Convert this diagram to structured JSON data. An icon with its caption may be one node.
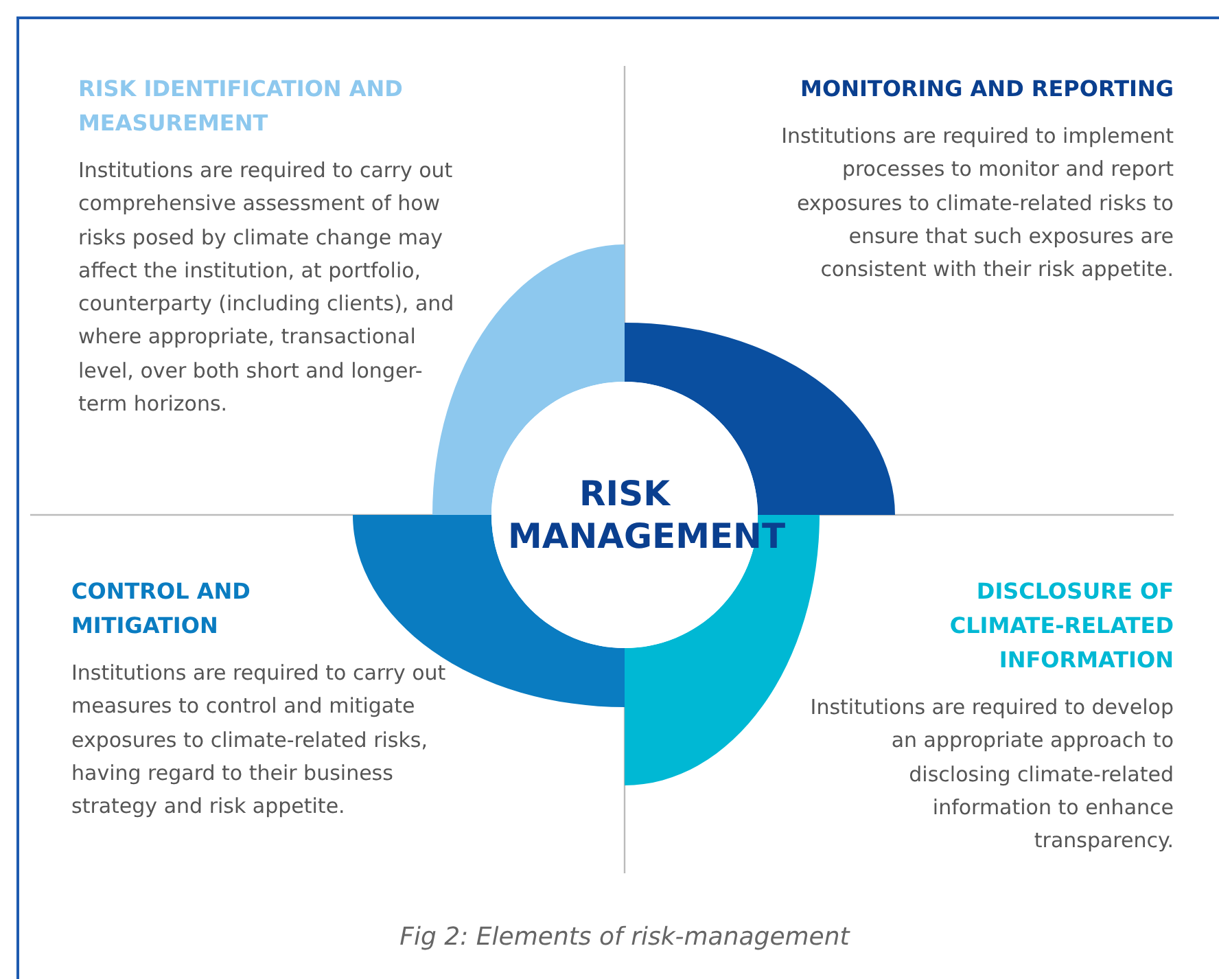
{
  "diagram": {
    "caption": "Fig 2: Elements of risk-management",
    "nodes": [
      {
        "text": [
          "RISK IDENTIFICATION AND MEASUREMENT",
          "Institutions are required to carry out comprehensive assessment of how risks posed by climate change may affect the institution, at portfolio, counterparty (including clients), and where appropriate, transactional level, over both short and longer-term horizons."
        ]
      },
      {
        "text": [
          "MONITORING AND REPORTING",
          "Institutions are required to implement processes to monitor and report exposures to climate-related risks to ensure that such exposures are consistent with their risk appetite."
        ]
      },
      {
        "text": [
          "RISK MANAGEMENT"
        ]
      },
      {
        "text": [
          "CONTROL AND MITIGATION",
          "Institutions are required to carry out measures to control and mitigate exposures to climate-related risks, having regard to their business strategy and risk appetite."
        ]
      },
      {
        "text": [
          "DISCLOSURE OF CLIMATE-RELATED INFORMATION",
          "Institutions are required to develop an appropriate approach to disclosing climate-related information to enhance transparency."
        ]
      }
    ]
  }
}
